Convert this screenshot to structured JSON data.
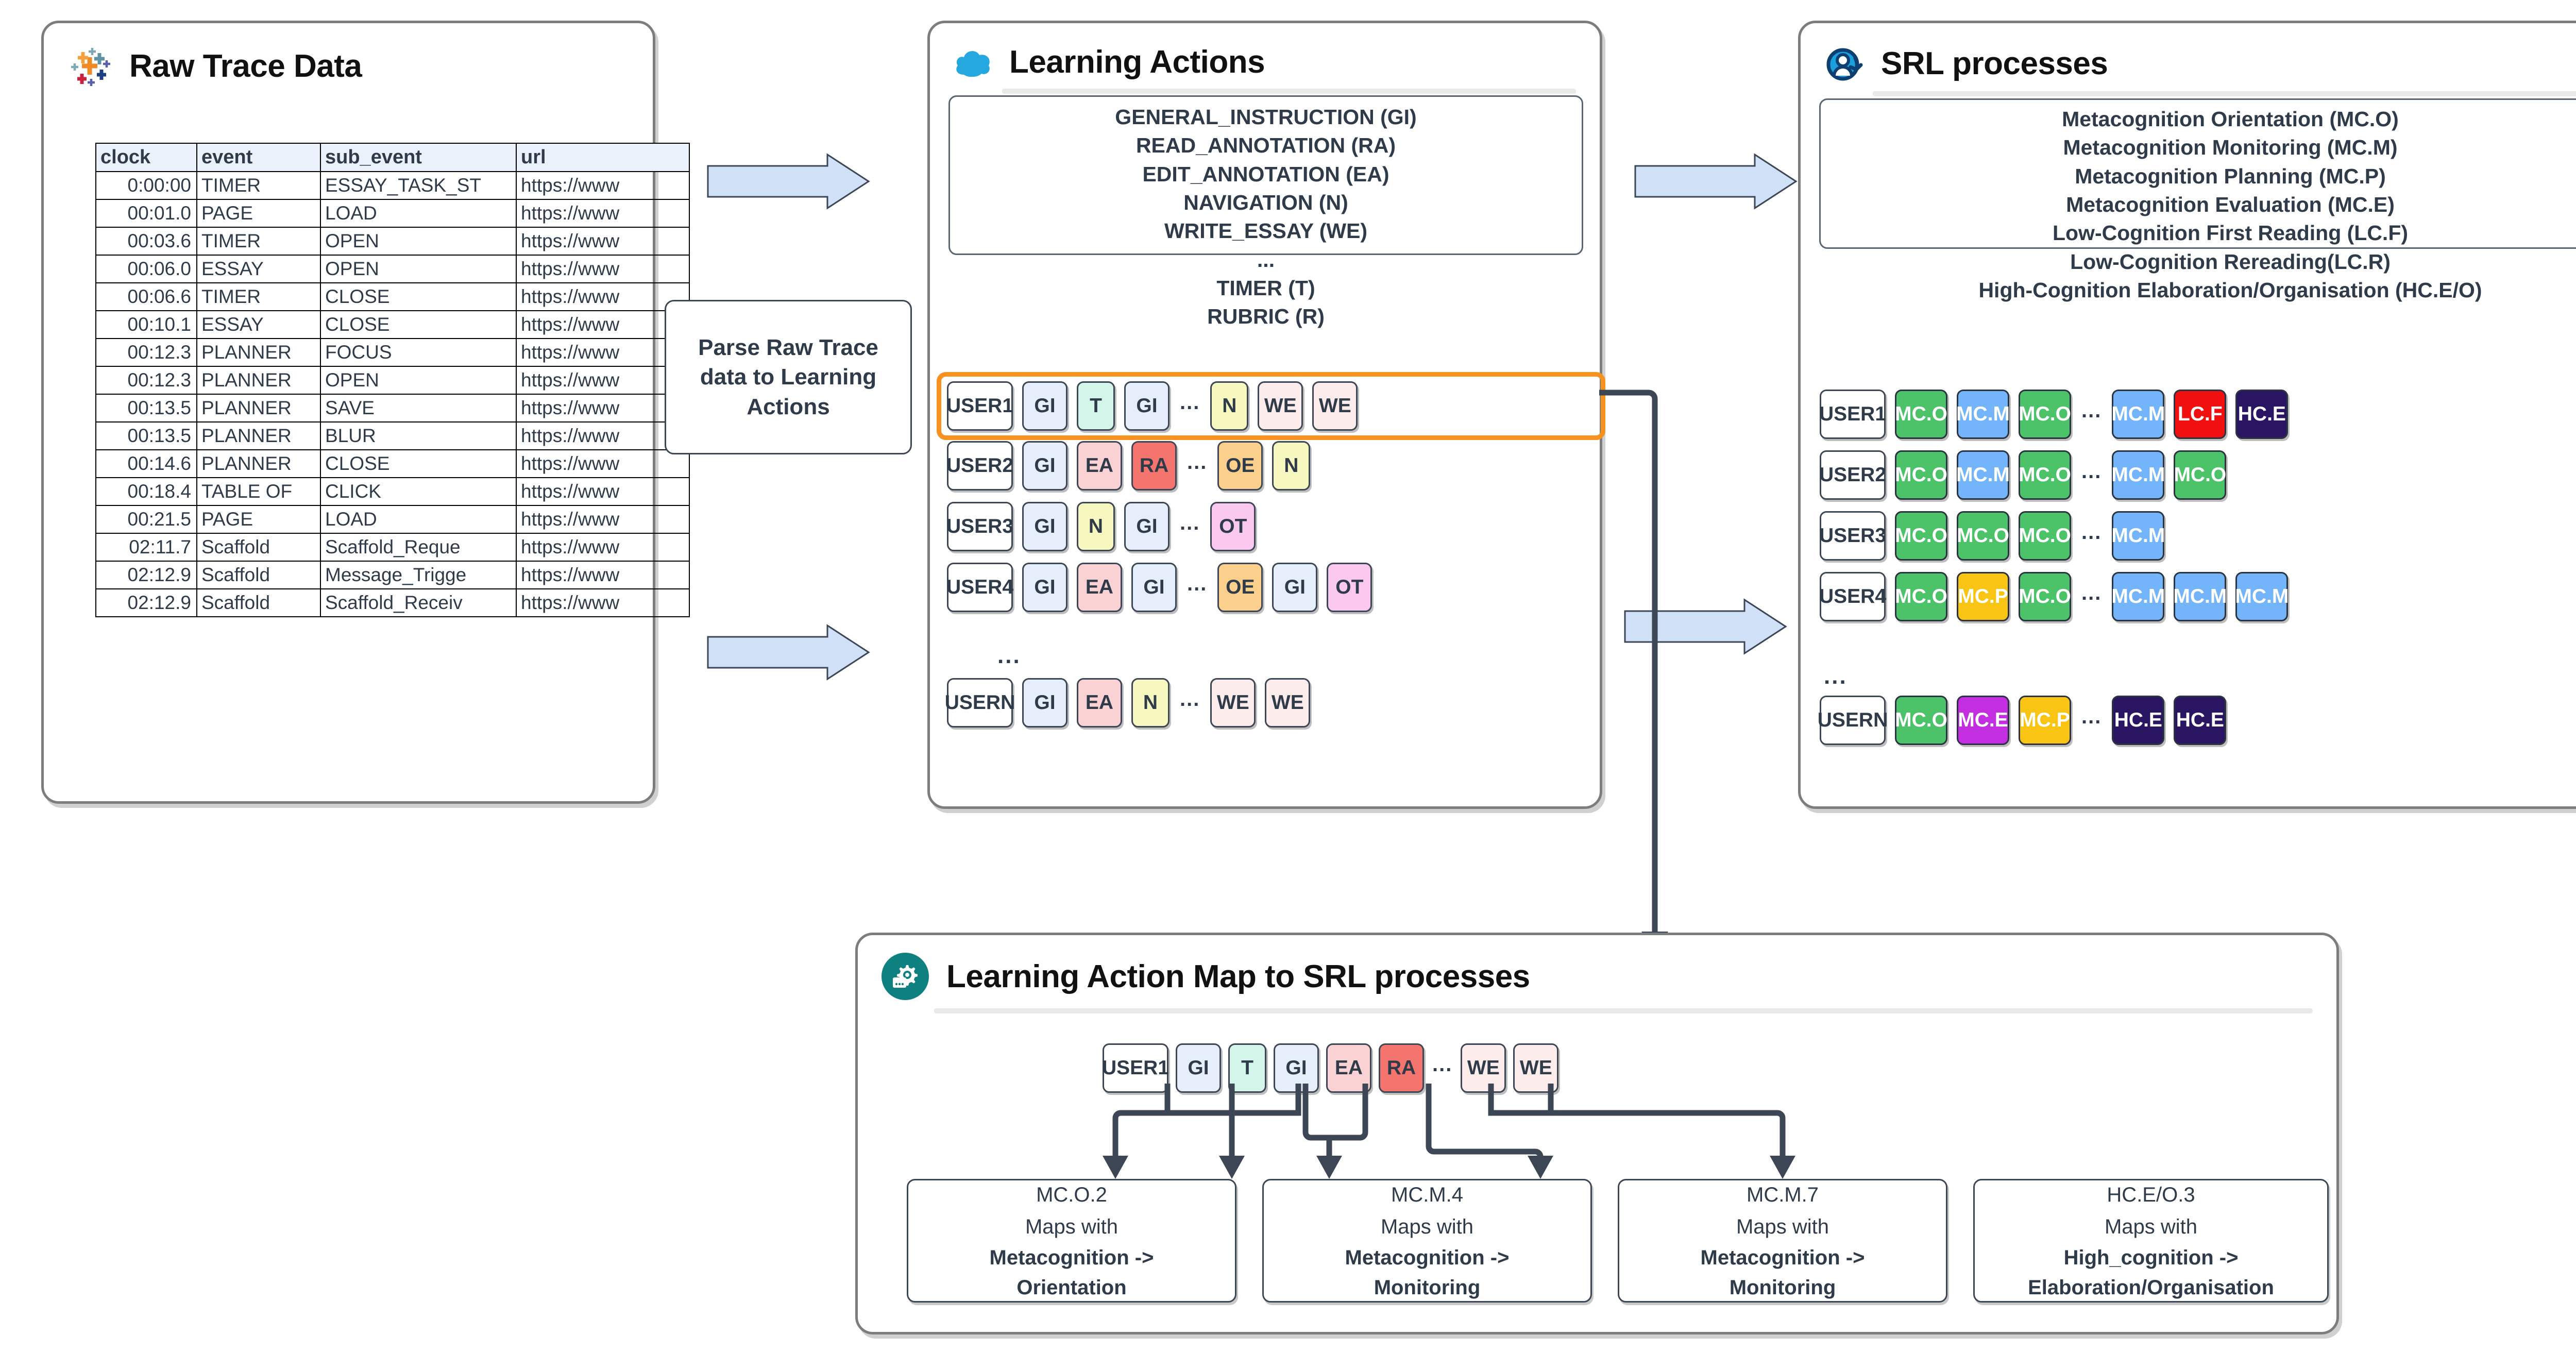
{
  "panels": {
    "raw": {
      "title": "Raw Trace Data",
      "icon": "tableau-icon"
    },
    "learning": {
      "title": "Learning Actions",
      "icon": "cloud-icon"
    },
    "srl": {
      "title": "SRL processes",
      "icon": "user-process-icon"
    },
    "map": {
      "title": "Learning Action Map to SRL processes",
      "icon": "gear-data-icon"
    }
  },
  "raw_table": {
    "columns": [
      "clock",
      "event",
      "sub_event",
      "url"
    ],
    "rows": [
      [
        "0:00:00",
        "TIMER",
        "ESSAY_TASK_ST",
        "https://www"
      ],
      [
        "00:01.0",
        "PAGE",
        "LOAD",
        "https://www"
      ],
      [
        "00:03.6",
        "TIMER",
        "OPEN",
        "https://www"
      ],
      [
        "00:06.0",
        "ESSAY",
        "OPEN",
        "https://www"
      ],
      [
        "00:06.6",
        "TIMER",
        "CLOSE",
        "https://www"
      ],
      [
        "00:10.1",
        "ESSAY",
        "CLOSE",
        "https://www"
      ],
      [
        "00:12.3",
        "PLANNER",
        "FOCUS",
        "https://www"
      ],
      [
        "00:12.3",
        "PLANNER",
        "OPEN",
        "https://www"
      ],
      [
        "00:13.5",
        "PLANNER",
        "SAVE",
        "https://www"
      ],
      [
        "00:13.5",
        "PLANNER",
        "BLUR",
        "https://www"
      ],
      [
        "00:14.6",
        "PLANNER",
        "CLOSE",
        "https://www"
      ],
      [
        "00:18.4",
        "TABLE OF",
        "CLICK",
        "https://www"
      ],
      [
        "00:21.5",
        "PAGE",
        "LOAD",
        "https://www"
      ],
      [
        "02:11.7",
        "Scaffold",
        "Scaffold_Reque",
        "https://www"
      ],
      [
        "02:12.9",
        "Scaffold",
        "Message_Trigge",
        "https://www"
      ],
      [
        "02:12.9",
        "Scaffold",
        "Scaffold_Receiv",
        "https://www"
      ]
    ]
  },
  "parse_step": {
    "label": "Parse Raw Trace data to Learning Actions"
  },
  "learning_actions": {
    "legend": [
      "GENERAL_INSTRUCTION (GI)",
      "READ_ANNOTATION (RA)",
      "EDIT_ANNOTATION (EA)",
      "NAVIGATION (N)",
      "WRITE_ESSAY (WE)",
      "...",
      "TIMER (T)",
      "RUBRIC (R)"
    ],
    "rows": [
      {
        "user": "USER1",
        "chips": [
          "GI",
          "T",
          "GI",
          "...",
          "N",
          "WE",
          "WE"
        ]
      },
      {
        "user": "USER2",
        "chips": [
          "GI",
          "EA",
          "RA",
          "...",
          "OE",
          "N"
        ]
      },
      {
        "user": "USER3",
        "chips": [
          "GI",
          "N",
          "GI",
          "...",
          "OT"
        ]
      },
      {
        "user": "USER4",
        "chips": [
          "GI",
          "EA",
          "GI",
          "...",
          "OE",
          "GI",
          "OT"
        ]
      }
    ],
    "ellipsis": "...",
    "last_row": {
      "user": "USERN",
      "chips": [
        "GI",
        "EA",
        "N",
        "...",
        "WE",
        "WE"
      ]
    }
  },
  "srl_processes": {
    "legend": [
      "Metacognition Orientation (MC.O)",
      "Metacognition Monitoring (MC.M)",
      "Metacognition Planning (MC.P)",
      "Metacognition Evaluation (MC.E)",
      "Low-Cognition First Reading (LC.F)",
      "Low-Cognition Rereading(LC.R)",
      "High-Cognition Elaboration/Organisation (HC.E/O)"
    ],
    "rows": [
      {
        "user": "USER1",
        "chips": [
          "MC.O",
          "MC.M",
          "MC.O",
          "...",
          "MC.M",
          "LC.F",
          "HC.E"
        ]
      },
      {
        "user": "USER2",
        "chips": [
          "MC.O",
          "MC.M",
          "MC.O",
          "...",
          "MC.M",
          "MC.O"
        ]
      },
      {
        "user": "USER3",
        "chips": [
          "MC.O",
          "MC.O",
          "MC.O",
          "...",
          "MC.M"
        ]
      },
      {
        "user": "USER4",
        "chips": [
          "MC.O",
          "MC.P",
          "MC.O",
          "...",
          "MC.M",
          "MC.M",
          "MC.M"
        ]
      }
    ],
    "ellipsis": "...",
    "last_row": {
      "user": "USERN",
      "chips": [
        "MC.O",
        "MC.E",
        "MC.P",
        "...",
        "HC.E",
        "HC.E"
      ]
    }
  },
  "map_panel": {
    "sequence": {
      "user": "USER1",
      "chips": [
        "GI",
        "T",
        "GI",
        "EA",
        "RA",
        "...",
        "WE",
        "WE"
      ]
    },
    "boxes": [
      {
        "code": "MC.O.2",
        "maps_with": "Maps with",
        "target_line1": "Metacognition ->",
        "target_line2": "Orientation"
      },
      {
        "code": "MC.M.4",
        "maps_with": "Maps with",
        "target_line1": "Metacognition ->",
        "target_line2": "Monitoring"
      },
      {
        "code": "MC.M.7",
        "maps_with": "Maps with",
        "target_line1": "Metacognition ->",
        "target_line2": "Monitoring"
      },
      {
        "code": "HC.E/O.3",
        "maps_with": "Maps with",
        "target_line1": "High_cognition ->",
        "target_line2": "Elaboration/Organisation"
      }
    ]
  },
  "colors": {
    "GI": "#e6eefb",
    "T": "#d4f5ea",
    "N": "#f7f7c0",
    "WE": "#fceceb",
    "EA": "#fbd2d4",
    "RA": "#f4746e",
    "OE": "#fbd08c",
    "OT": "#fbc9f0",
    "MC.O": "#4cc369",
    "MC.M": "#73b4fa",
    "MC.P": "#fac414",
    "MC.E": "#c22ee0",
    "LC.F": "#f01010",
    "HC.E": "#2a1563",
    "highlight": "#f79221",
    "arrow_fill": "#cfe0f7",
    "connector": "#3d4654",
    "teal": "#0f8080",
    "cloud_blue": "#25a7e0"
  }
}
